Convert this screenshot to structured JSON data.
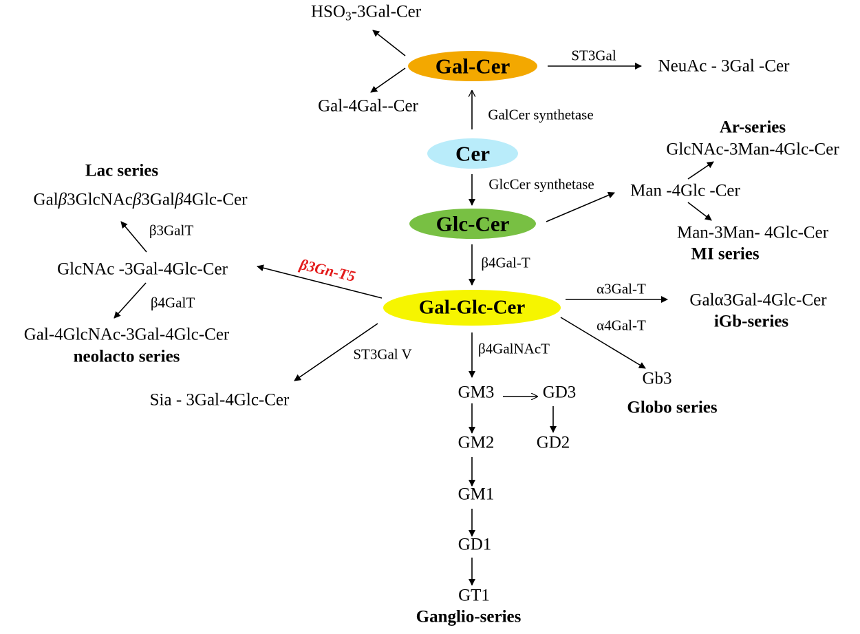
{
  "nodes": {
    "galcer": {
      "label": "Gal-Cer",
      "color": "#f3a800"
    },
    "cer": {
      "label": "Cer",
      "color": "#b9ecfa"
    },
    "glccer": {
      "label": "Glc-Cer",
      "color": "#78c043"
    },
    "galglccer": {
      "label": "Gal-Glc-Cer",
      "color": "#f6f500"
    }
  },
  "compounds": {
    "hso3_pre": "HSO",
    "hso3_sub": "3",
    "hso3_post": "-3Gal-Cer",
    "neuac": "NeuAc - 3Gal -Cer",
    "gal4gal": "Gal-4Gal--Cer",
    "glcnac_man": "GlcNAc-3Man-4Glc-Cer",
    "man4glc": "Man -4Glc -Cer",
    "man3man": "Man-3Man- 4Glc-Cer",
    "lac_compound": {
      "p1": "Gal",
      "b1": "β",
      "p2": "3GlcNAc",
      "b2": "β",
      "p3": "3Gal",
      "b3": "β",
      "p4": "4Glc-Cer"
    },
    "glcnac3gal": "GlcNAc -3Gal-4Glc-Cer",
    "gal4glcnac": "Gal-4GlcNAc-3Gal-4Glc-Cer",
    "gal_a3gal": "Galα3Gal-4Glc-Cer",
    "sia": "Sia - 3Gal-4Glc-Cer",
    "gb3": "Gb3",
    "gm3": "GM3",
    "gd3": "GD3",
    "gm2": "GM2",
    "gd2": "GD2",
    "gm1": "GM1",
    "gd1": "GD1",
    "gt1": "GT1"
  },
  "enzymes": {
    "st3gal": "ST3Gal",
    "galcer_synthetase": "GalCer synthetase",
    "glccer_synthetase": "GlcCer synthetase",
    "b4galt_main": "β4Gal-T",
    "b3galt": "β3GalT",
    "b4galt": "β4GalT",
    "b3gnt5": "β3Gn-T5",
    "a3galt": "α3Gal-T",
    "a4galt": "α4Gal-T",
    "st3galv": "ST3Gal V",
    "b4galnact": "β4GalNAcT"
  },
  "series": {
    "ar": "Ar-series",
    "lac": "Lac series",
    "mi": "MI series",
    "igb": "iGb-series",
    "neolacto": "neolacto series",
    "globo": "Globo series",
    "ganglio": "Ganglio-series"
  },
  "colors": {
    "highlight_enzyme": "#e31b1b"
  }
}
